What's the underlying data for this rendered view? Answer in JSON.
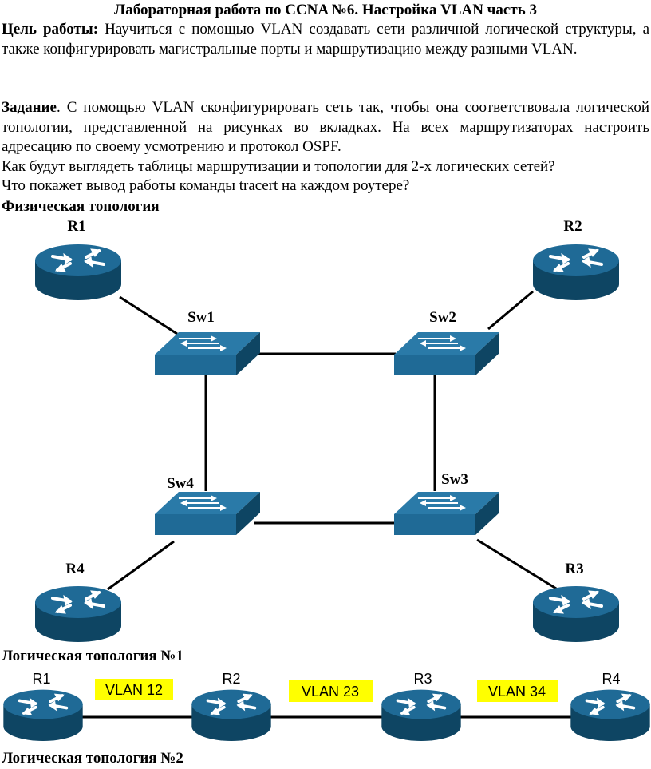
{
  "document": {
    "title": "Лабораторная работа по CCNA №6. Настройка VLAN часть 3",
    "goal": {
      "label": "Цель работы:",
      "text": "Научиться с помощью VLAN создавать сети различной логической структуры, а также конфигурировать магистральные порты и маршрутизацию между разными VLAN."
    },
    "task": {
      "label": "Задание",
      "text": ". С помощью VLAN сконфигурировать сеть так, чтобы она соответствовала логической топологии, представленной на рисунках во вкладках. На всех маршрутизаторах настроить адресацию по своему усмотрению и протокол OSPF."
    },
    "question1": "Как будут выглядеть таблицы маршрутизации и топологии для 2-х логических сетей?",
    "question2": "Что покажет вывод работы команды tracert на каждом роутере?"
  },
  "physical_topology": {
    "heading": "Физическая топология",
    "routers": [
      "R1",
      "R2",
      "R3",
      "R4"
    ],
    "switches": [
      "Sw1",
      "Sw2",
      "Sw3",
      "Sw4"
    ]
  },
  "logical_topology_1": {
    "heading": "Логическая топология №1",
    "routers": [
      "R1",
      "R2",
      "R3",
      "R4"
    ],
    "vlans": [
      "VLAN 12",
      "VLAN 23",
      "VLAN 34"
    ],
    "vlan_highlight_color": "#ffff00"
  },
  "logical_topology_2": {
    "heading": "Логическая топология №2"
  },
  "colors": {
    "device_blue": "#1f6a96",
    "device_dark": "#0e4563",
    "link": "#000000"
  }
}
